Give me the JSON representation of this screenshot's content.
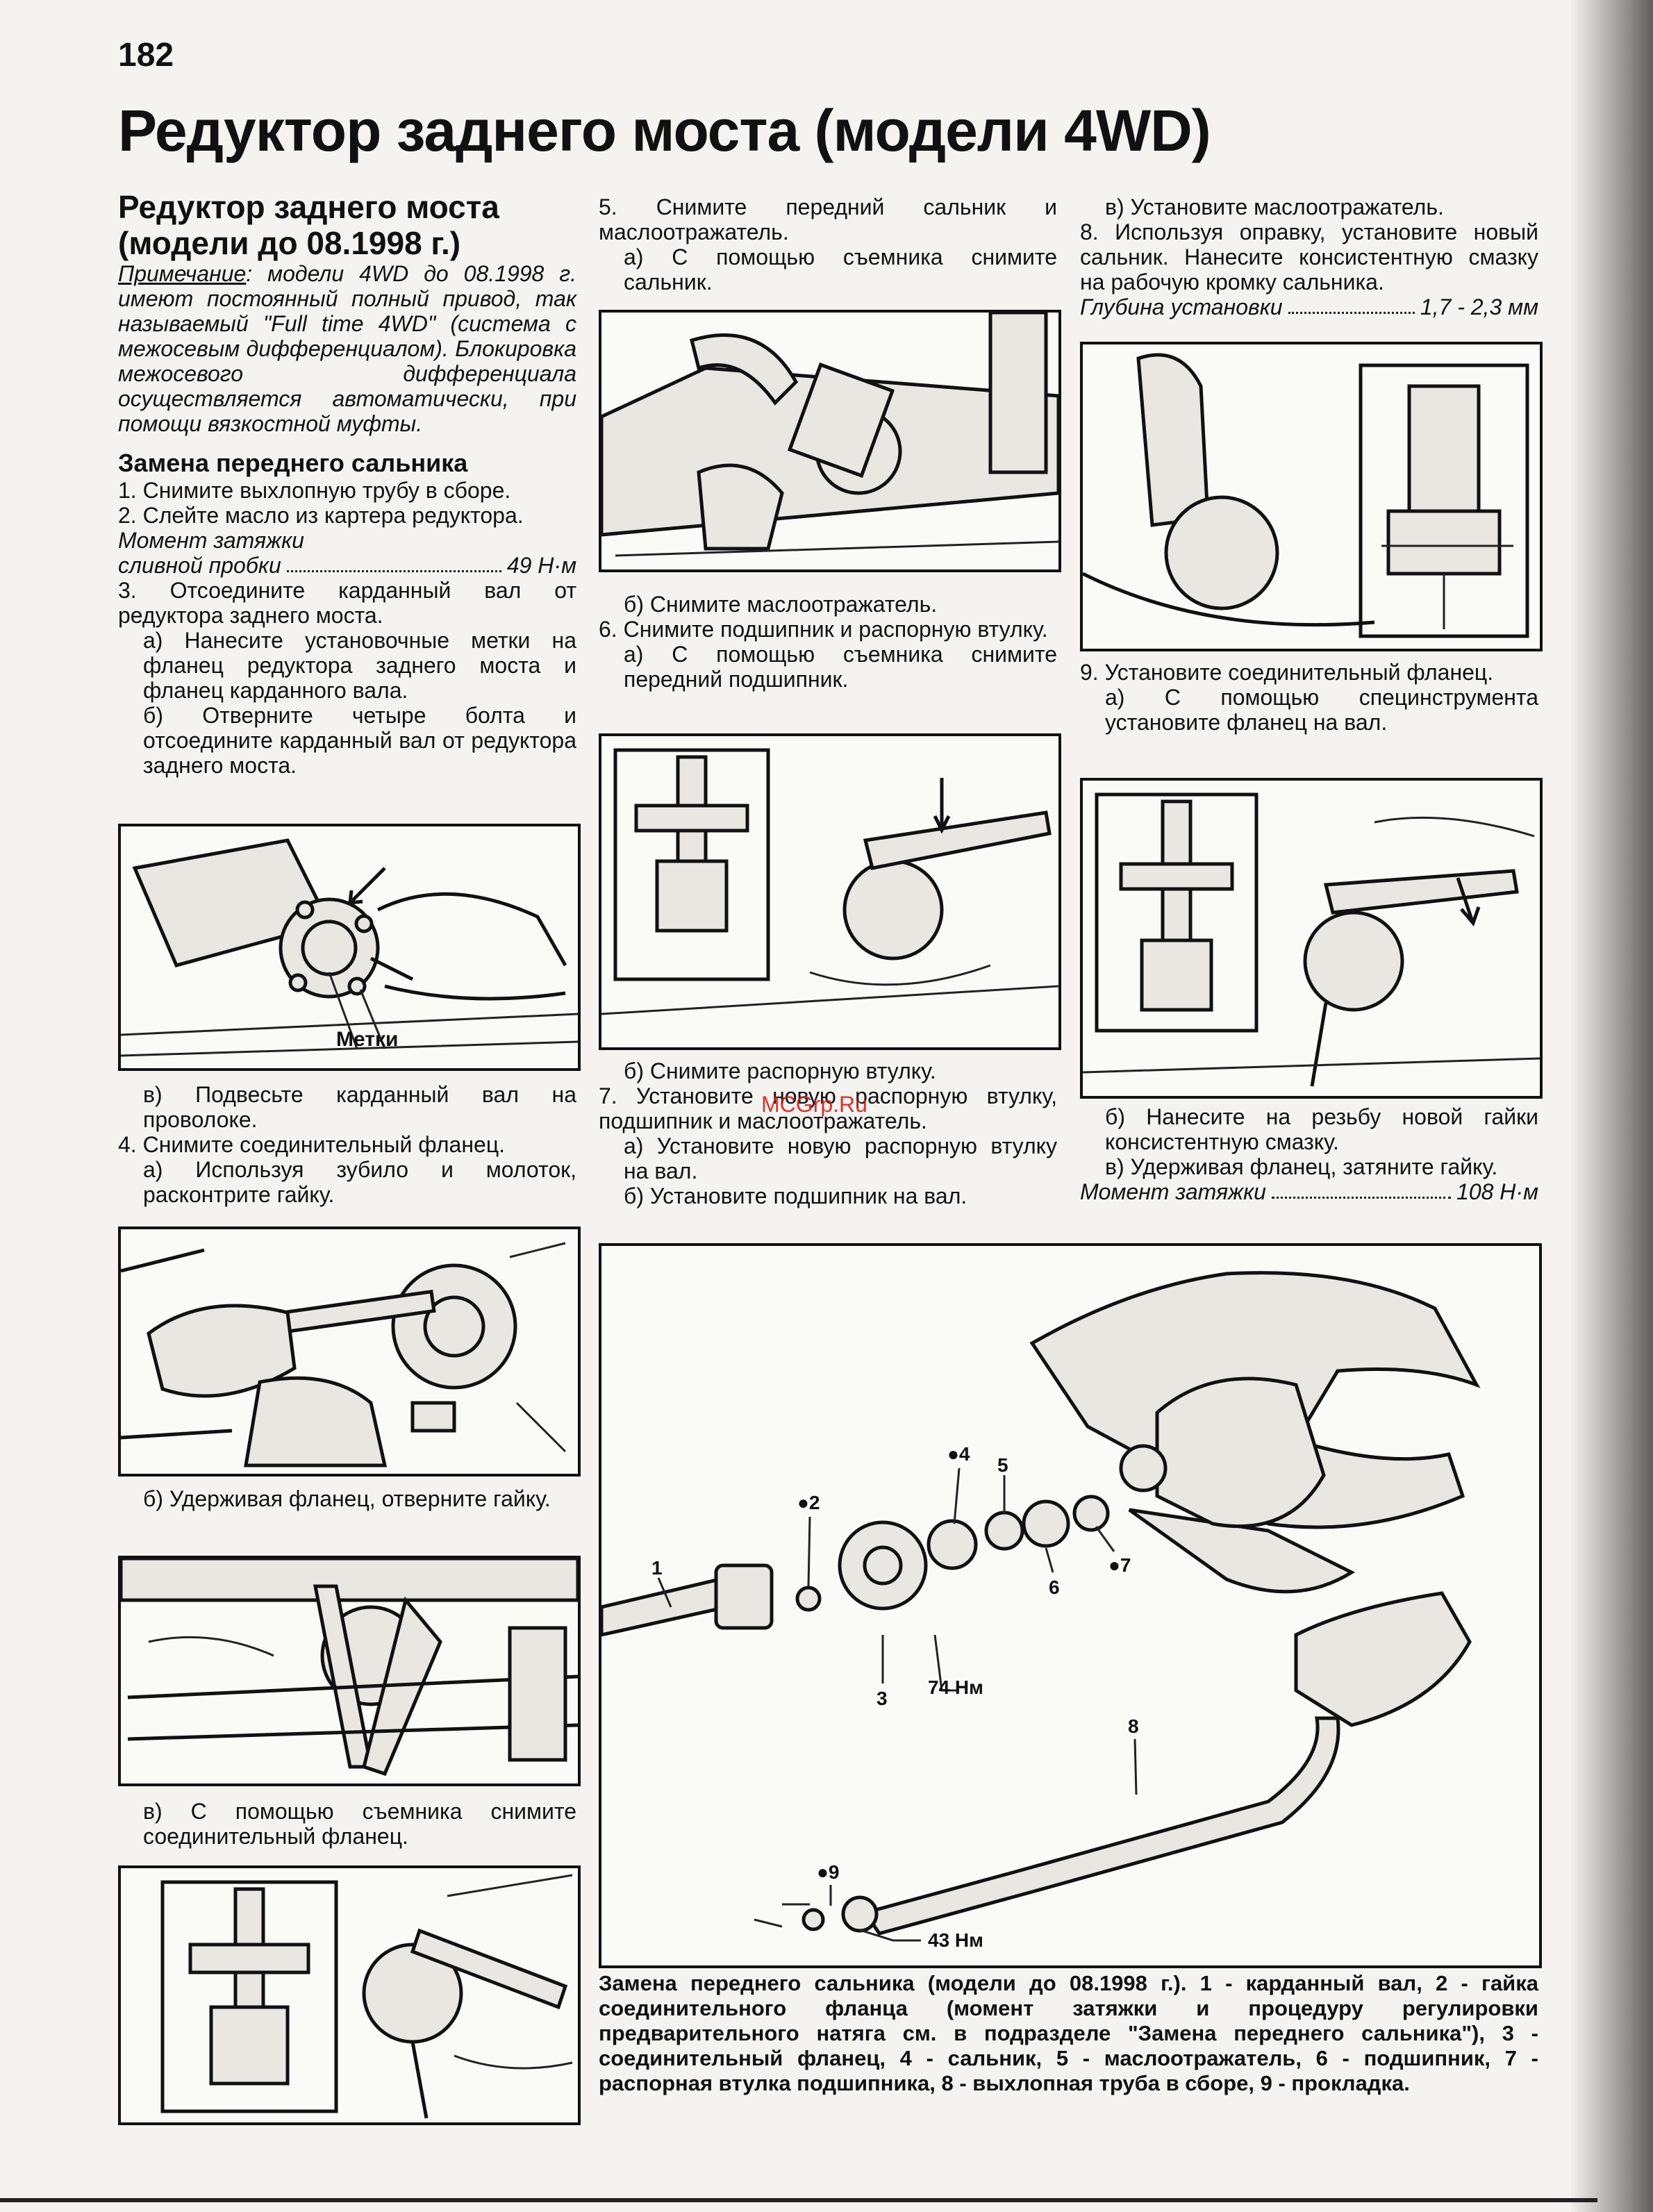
{
  "page_number": "182",
  "page_title": "Редуктор заднего моста (модели 4WD)",
  "watermark": "MCGrp.Ru",
  "column1": {
    "section_title": "Редуктор заднего моста (модели до 08.1998 г.)",
    "note_label": "Примечание",
    "note_text": ": модели 4WD до 08.1998 г. имеют постоянный полный привод, так называемый \"Full time 4WD\" (система с межосевым дифференциалом). Блокировка межосевого дифференциала осуществляется автоматически, при помощи вязкостной муфты.",
    "subsection_title": "Замена переднего сальника",
    "step1": "1. Снимите выхлопную трубу в сборе.",
    "step2": "2. Слейте масло из картера редуктора.",
    "torque1_label_line1": "Момент затяжки",
    "torque1_label_line2": "сливной пробки",
    "torque1_value": "49 Н·м",
    "step3": "3. Отсоедините карданный вал от редуктора заднего моста.",
    "step3a": "а) Нанесите установочные метки на фланец редуктора заднего моста и фланец карданного вала.",
    "step3b": "б) Отверните четыре болта и отсоедините карданный вал от редуктора заднего моста.",
    "fig1_label": "Метки",
    "step3c": "в) Подвесьте карданный вал на проволоке.",
    "step4": "4. Снимите соединительный фланец.",
    "step4a": "а) Используя зубило и молоток, расконтрите гайку.",
    "step4b": "б) Удерживая фланец, отверните гайку.",
    "step4c": "в) С помощью съемника снимите соединительный фланец."
  },
  "column2": {
    "step5": "5. Снимите передний сальник и маслоотражатель.",
    "step5a": "а) С помощью съемника снимите сальник.",
    "step5b": "б) Снимите маслоотражатель.",
    "step6": "6. Снимите подшипник и распорную втулку.",
    "step6a": "а) С помощью съемника снимите передний подшипник.",
    "step6b": "б) Снимите распорную втулку.",
    "step7": "7. Установите новую распорную втулку, подшипник и маслоотражатель.",
    "step7a": "а) Установите новую распорную втулку на вал.",
    "step7b": "б) Установите подшипник на вал."
  },
  "column3": {
    "step7c": "в) Установите маслоотражатель.",
    "step8": "8. Используя оправку, установите новый сальник. Нанесите консистентную смазку на рабочую кромку сальника.",
    "depth_label": "Глубина установки",
    "depth_value": "1,7 - 2,3 мм",
    "step9": "9. Установите соединительный фланец.",
    "step9a": "а) С помощью специнструмента установите фланец на вал.",
    "step9b": "б) Нанесите на резьбу новой гайки консистентную смазку.",
    "step9c": "в) Удерживая фланец, затяните гайку.",
    "torque2_label": "Момент затяжки",
    "torque2_value": "108 Н·м"
  },
  "diagram": {
    "callouts": [
      "1",
      "●2",
      "3",
      "●4",
      "5",
      "6",
      "●7",
      "8",
      "●9"
    ],
    "torque_a": "74 Нм",
    "torque_b": "43 Нм"
  },
  "caption": "Замена переднего сальника (модели до 08.1998 г.). 1 - карданный вал, 2 - гайка соединительного фланца (момент затяжки и процедуру регулировки предварительного натяга см. в подразделе \"Замена переднего сальника\"), 3 - соединительный фланец, 4 - сальник, 5 - маслоотражатель, 6 - подшипник, 7 - распорная втулка подшипника, 8 - выхлопная труба в сборе, 9 - прокладка."
}
